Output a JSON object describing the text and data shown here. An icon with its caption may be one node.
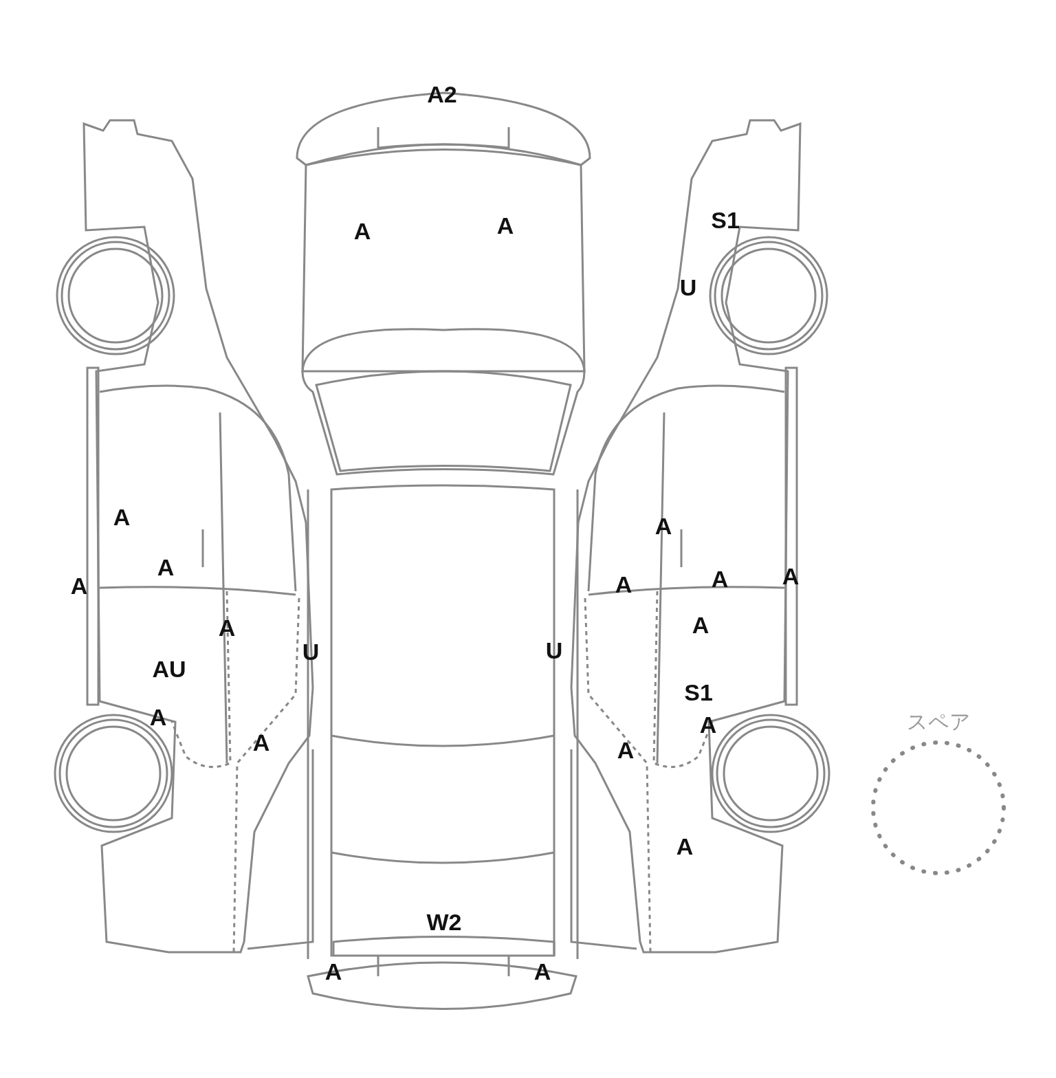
{
  "diagram": {
    "nodes": [
      {
        "text": [
          "スペア"
        ]
      }
    ],
    "labels": [
      "A2",
      "S1",
      "A",
      "A",
      "U",
      "A",
      "A",
      "A",
      "A",
      "A",
      "A",
      "A",
      "A",
      "A",
      "U",
      "U",
      "AU",
      "S1",
      "A",
      "A",
      "A",
      "A",
      "A",
      "W2",
      "A",
      "A"
    ]
  }
}
